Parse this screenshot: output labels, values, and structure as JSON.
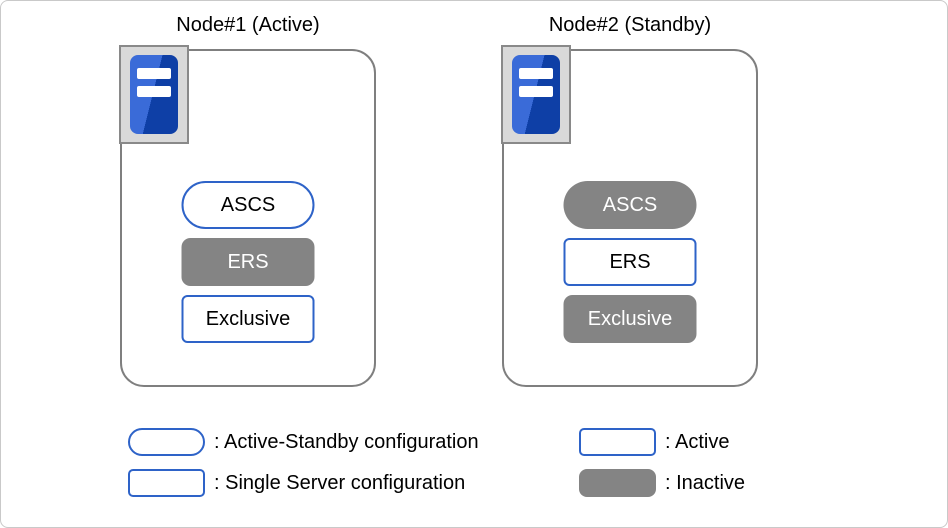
{
  "diagram": {
    "title_area": {
      "node1_title": "Node#1 (Active)",
      "node2_title": "Node#2 (Standby)"
    },
    "nodes": [
      {
        "title": "Node#1 (Active)",
        "icon": "server-icon",
        "items": [
          {
            "label": "ASCS",
            "shape": "pill",
            "state": "active"
          },
          {
            "label": "ERS",
            "shape": "rounded-rect",
            "state": "inactive"
          },
          {
            "label": "Exclusive",
            "shape": "rect",
            "state": "active"
          }
        ]
      },
      {
        "title": "Node#2 (Standby)",
        "icon": "server-icon",
        "items": [
          {
            "label": "ASCS",
            "shape": "pill",
            "state": "inactive"
          },
          {
            "label": "ERS",
            "shape": "rect",
            "state": "active"
          },
          {
            "label": "Exclusive",
            "shape": "rounded-rect",
            "state": "inactive"
          }
        ]
      }
    ],
    "legend": {
      "shape_entries": [
        {
          "swatch": "pill-outline",
          "label": ": Active-Standby configuration"
        },
        {
          "swatch": "rect-outline",
          "label": ": Single Server configuration"
        }
      ],
      "state_entries": [
        {
          "swatch": "rect-outline",
          "label": ": Active"
        },
        {
          "swatch": "rect-gray",
          "label": ": Inactive"
        }
      ]
    },
    "icons": [
      {
        "name": "server-icon",
        "glyph": "blue tower server with two white slots"
      }
    ],
    "colors": {
      "active_border_blue": "#2E63C8",
      "inactive_gray": "#848484",
      "node_border_gray": "#7F7F7F",
      "icon_panel_gray": "#D9D9D9",
      "icon_blue_light": "#3A6BD8",
      "icon_blue_dark": "#0E3FA6"
    }
  }
}
